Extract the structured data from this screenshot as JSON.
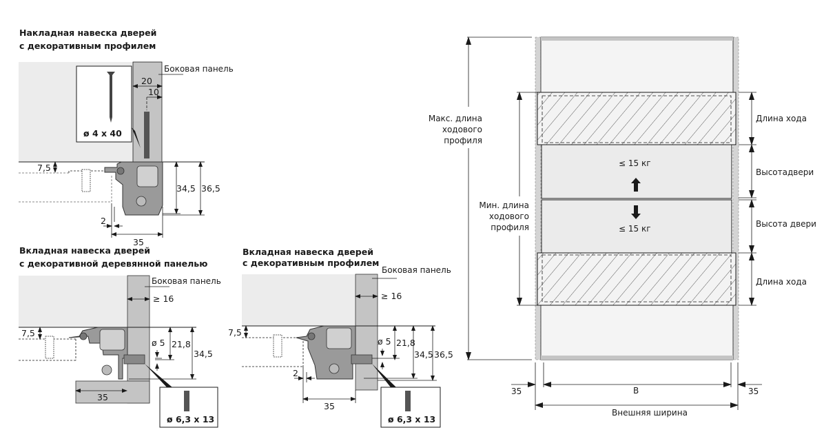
{
  "diagram1": {
    "title_line1": "Накладная навеска дверей",
    "title_line2": "с декоративным профилем",
    "side_panel_label": "Боковая панель",
    "dim_20": "20",
    "dim_10": "10",
    "screw_label": "ø 4 x 40",
    "dim_7_5": "7,5",
    "dim_34_5": "34,5",
    "dim_36_5": "36,5",
    "dim_2": "2",
    "dim_35": "35"
  },
  "diagram2": {
    "title_line1": "Вкладная навеска дверей",
    "title_line2": "с декоративной деревянной панелью",
    "side_panel_label": "Боковая панель",
    "dim_16": "≥ 16",
    "dim_7_5": "7,5",
    "dim_5": "ø 5",
    "dim_21_8": "21,8",
    "dim_34_5": "34,5",
    "dim_35": "35",
    "screw_label": "ø 6,3 x 13"
  },
  "diagram3": {
    "title_line1": "Вкладная навеска дверей",
    "title_line2": "с декоративным профилем",
    "side_panel_label": "Боковая панель",
    "dim_16": "≥ 16",
    "dim_7_5": "7,5",
    "dim_5": "ø 5",
    "dim_21_8": "21,8",
    "dim_34_5": "34,5",
    "dim_36_5": "36,5",
    "dim_2": "2",
    "dim_35": "35",
    "screw_label": "ø 6,3 x 13"
  },
  "front_view": {
    "max_len_line1": "Макс. длина",
    "max_len_line2": "ходового",
    "max_len_line3": "профиля",
    "min_len_line1": "Мин. длина",
    "min_len_line2": "ходового",
    "min_len_line3": "профиля",
    "travel_top": "Длина хода",
    "door_height_top": "Высотадвери",
    "door_height_bottom": "Высота двери",
    "travel_bottom": "Длина хода",
    "load_top": "≤ 15 кг",
    "load_bottom": "≤ 15 кг",
    "dim_left": "35",
    "dim_right": "35",
    "dim_b": "B",
    "outer_width": "Внешняя ширина"
  },
  "colors": {
    "panel_light": "#ececec",
    "panel_dark": "#c4c4c4",
    "profile": "#8e8e8e",
    "line": "#1a1a1a"
  }
}
